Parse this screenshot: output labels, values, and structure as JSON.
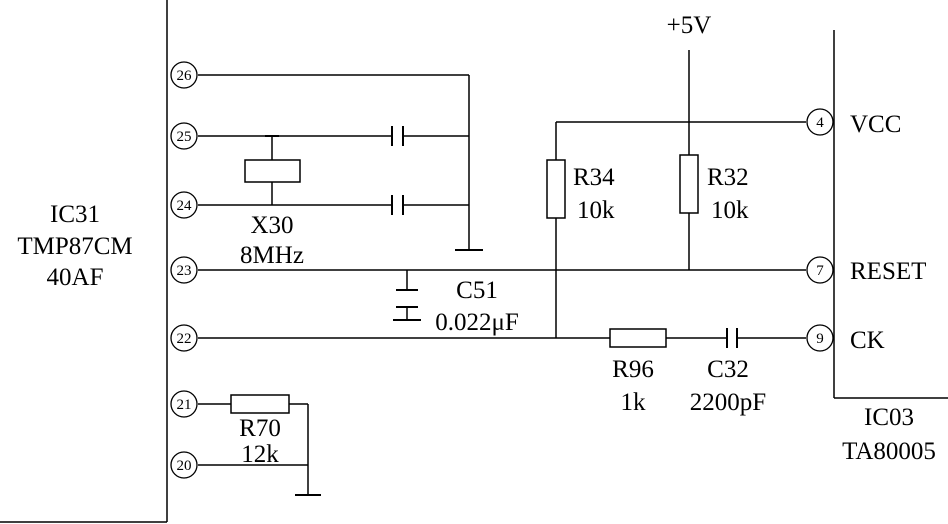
{
  "ic31": {
    "line1": "IC31",
    "line2": "TMP87CM",
    "line3": "40AF"
  },
  "ic03": {
    "line1": "IC03",
    "line2": "TA80005"
  },
  "ic31_pins": [
    "26",
    "25",
    "24",
    "23",
    "22",
    "21",
    "20"
  ],
  "ic03_pins": {
    "p4": "4",
    "p4_name": "VCC",
    "p7": "7",
    "p7_name": "RESET",
    "p9": "9",
    "p9_name": "CK"
  },
  "supply": "+5V",
  "components": {
    "x30": {
      "ref": "X30",
      "value": "8MHz"
    },
    "c51": {
      "ref": "C51",
      "value": "0.022μF"
    },
    "r34": {
      "ref": "R34",
      "value": "10k"
    },
    "r32": {
      "ref": "R32",
      "value": "10k"
    },
    "r96": {
      "ref": "R96",
      "value": "1k"
    },
    "c32": {
      "ref": "C32",
      "value": "2200pF"
    },
    "r70": {
      "ref": "R70",
      "value": "12k"
    }
  }
}
